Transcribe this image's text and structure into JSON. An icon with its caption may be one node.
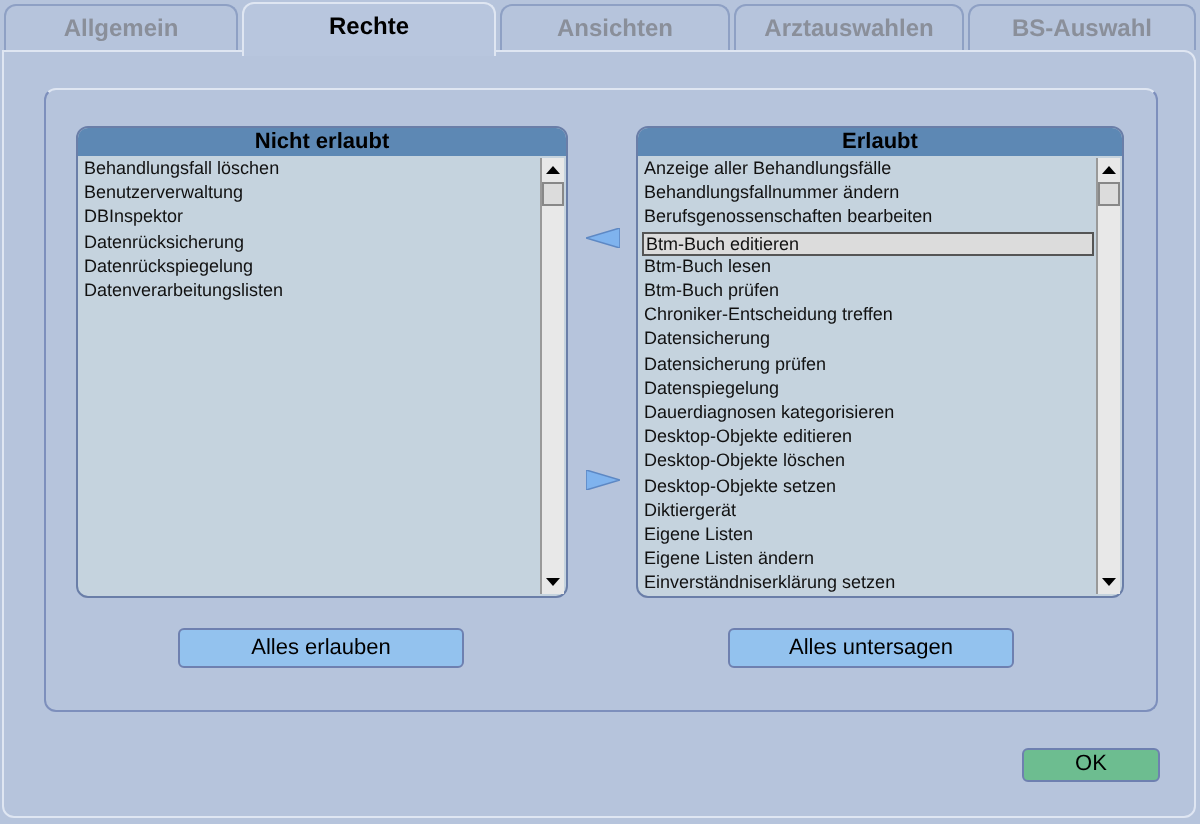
{
  "diagram": {
    "nodes": [
      {
        "text": [
          "Allgemein"
        ]
      },
      {
        "text": [
          "Rechte"
        ]
      },
      {
        "text": [
          "Ansichten"
        ]
      },
      {
        "text": [
          "Arztauswahlen"
        ]
      },
      {
        "text": [
          "BS-Auswahl"
        ]
      },
      {
        "text": [
          "Nicht erlaubt"
        ]
      },
      {
        "text": [
          "Behandlungsfall löschen"
        ],
        "in": 5
      },
      {
        "text": [
          "Benutzerverwaltung"
        ],
        "in": 5
      },
      {
        "text": [
          "DBInspektor"
        ],
        "in": 5
      },
      {
        "text": [
          "Datenrücksicherung"
        ],
        "in": 5
      },
      {
        "text": [
          "Datenrückspiegelung"
        ],
        "in": 5
      },
      {
        "text": [
          "Datenverarbeitungslisten"
        ],
        "in": 5
      },
      {
        "text": [
          "Erlaubt"
        ]
      },
      {
        "text": [
          "Anzeige aller Behandlungsfälle"
        ],
        "in": 12
      },
      {
        "text": [
          "Behandlungsfallnummer ändern"
        ],
        "in": 12
      },
      {
        "text": [
          "Berufsgenossenschaften bearbeiten"
        ],
        "in": 12
      },
      {
        "text": [
          "Btm-Buch editieren"
        ],
        "in": 12
      },
      {
        "text": [
          "Btm-Buch lesen"
        ],
        "in": 12
      },
      {
        "text": [
          "Btm-Buch prüfen"
        ],
        "in": 12
      },
      {
        "text": [
          "Chroniker-Entscheidung treffen"
        ],
        "in": 12
      },
      {
        "text": [
          "Datensicherung"
        ],
        "in": 12
      },
      {
        "text": [
          "Datensicherung prüfen"
        ],
        "in": 12
      },
      {
        "text": [
          "Datenspiegelung"
        ],
        "in": 12
      },
      {
        "text": [
          "Dauerdiagnosen kategorisieren"
        ],
        "in": 12
      },
      {
        "text": [
          "Desktop-Objekte editieren"
        ],
        "in": 12
      },
      {
        "text": [
          "Desktop-Objekte löschen"
        ],
        "in": 12
      },
      {
        "text": [
          "Desktop-Objekte setzen"
        ],
        "in": 12
      },
      {
        "text": [
          "Diktiergerät"
        ],
        "in": 12
      },
      {
        "text": [
          "Eigene Listen"
        ],
        "in": 12
      },
      {
        "text": [
          "Eigene Listen ändern"
        ],
        "in": 12
      },
      {
        "text": [
          "Einverständniserklärung setzen"
        ],
        "in": 12
      },
      {
        "text": [
          "Alles erlauben"
        ]
      },
      {
        "text": [
          "Alles untersagen"
        ]
      },
      {
        "text": [
          "OK"
        ]
      }
    ]
  }
}
